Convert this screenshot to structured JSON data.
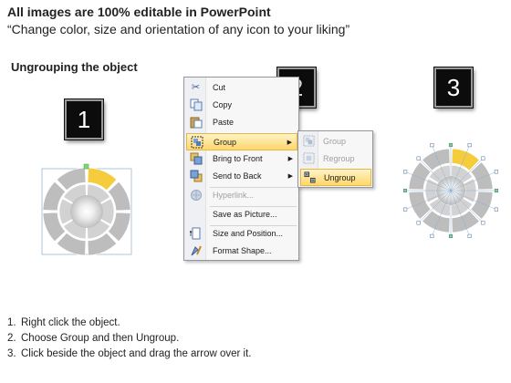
{
  "header": {
    "headline": "All images are 100% editable in PowerPoint",
    "subline": "“Change color, size and orientation of any icon to your liking”"
  },
  "section_title": "Ungrouping the object",
  "badges": [
    "1",
    "2",
    "3"
  ],
  "context_menu": {
    "items": [
      {
        "label": "Cut",
        "icon": "scissors-icon"
      },
      {
        "label": "Copy",
        "icon": "copy-icon"
      },
      {
        "label": "Paste",
        "icon": "paste-icon"
      },
      {
        "label": "Group",
        "icon": "group-icon",
        "highlighted": true,
        "submenu": true
      },
      {
        "label": "Bring to Front",
        "icon": "bring-to-front-icon",
        "submenu": true
      },
      {
        "label": "Send to Back",
        "icon": "send-to-back-icon",
        "submenu": true
      },
      {
        "label": "Hyperlink...",
        "icon": "hyperlink-icon",
        "disabled": true
      },
      {
        "label": "Save as Picture...",
        "icon": "none"
      },
      {
        "label": "Size and Position...",
        "icon": "size-position-icon"
      },
      {
        "label": "Format Shape...",
        "icon": "format-shape-icon"
      }
    ],
    "submenu_arrow": "▶"
  },
  "group_submenu": {
    "items": [
      {
        "label": "Group",
        "icon": "group-icon",
        "disabled": true
      },
      {
        "label": "Regroup",
        "icon": "regroup-icon",
        "disabled": true
      },
      {
        "label": "Ungroup",
        "icon": "ungroup-icon",
        "highlighted": true
      }
    ]
  },
  "instructions": [
    {
      "num": "1.",
      "text": "Right click the object."
    },
    {
      "num": "2.",
      "text": "Choose Group and then Ungroup."
    },
    {
      "num": "3.",
      "text": "Click beside the object and drag the arrow over it."
    }
  ],
  "colors": {
    "accent_segment": "#f5cc3c",
    "segment_gray": "#bdbdbd",
    "menu_highlight": "#ffd76b",
    "badge_bg": "#0c0c0c"
  }
}
